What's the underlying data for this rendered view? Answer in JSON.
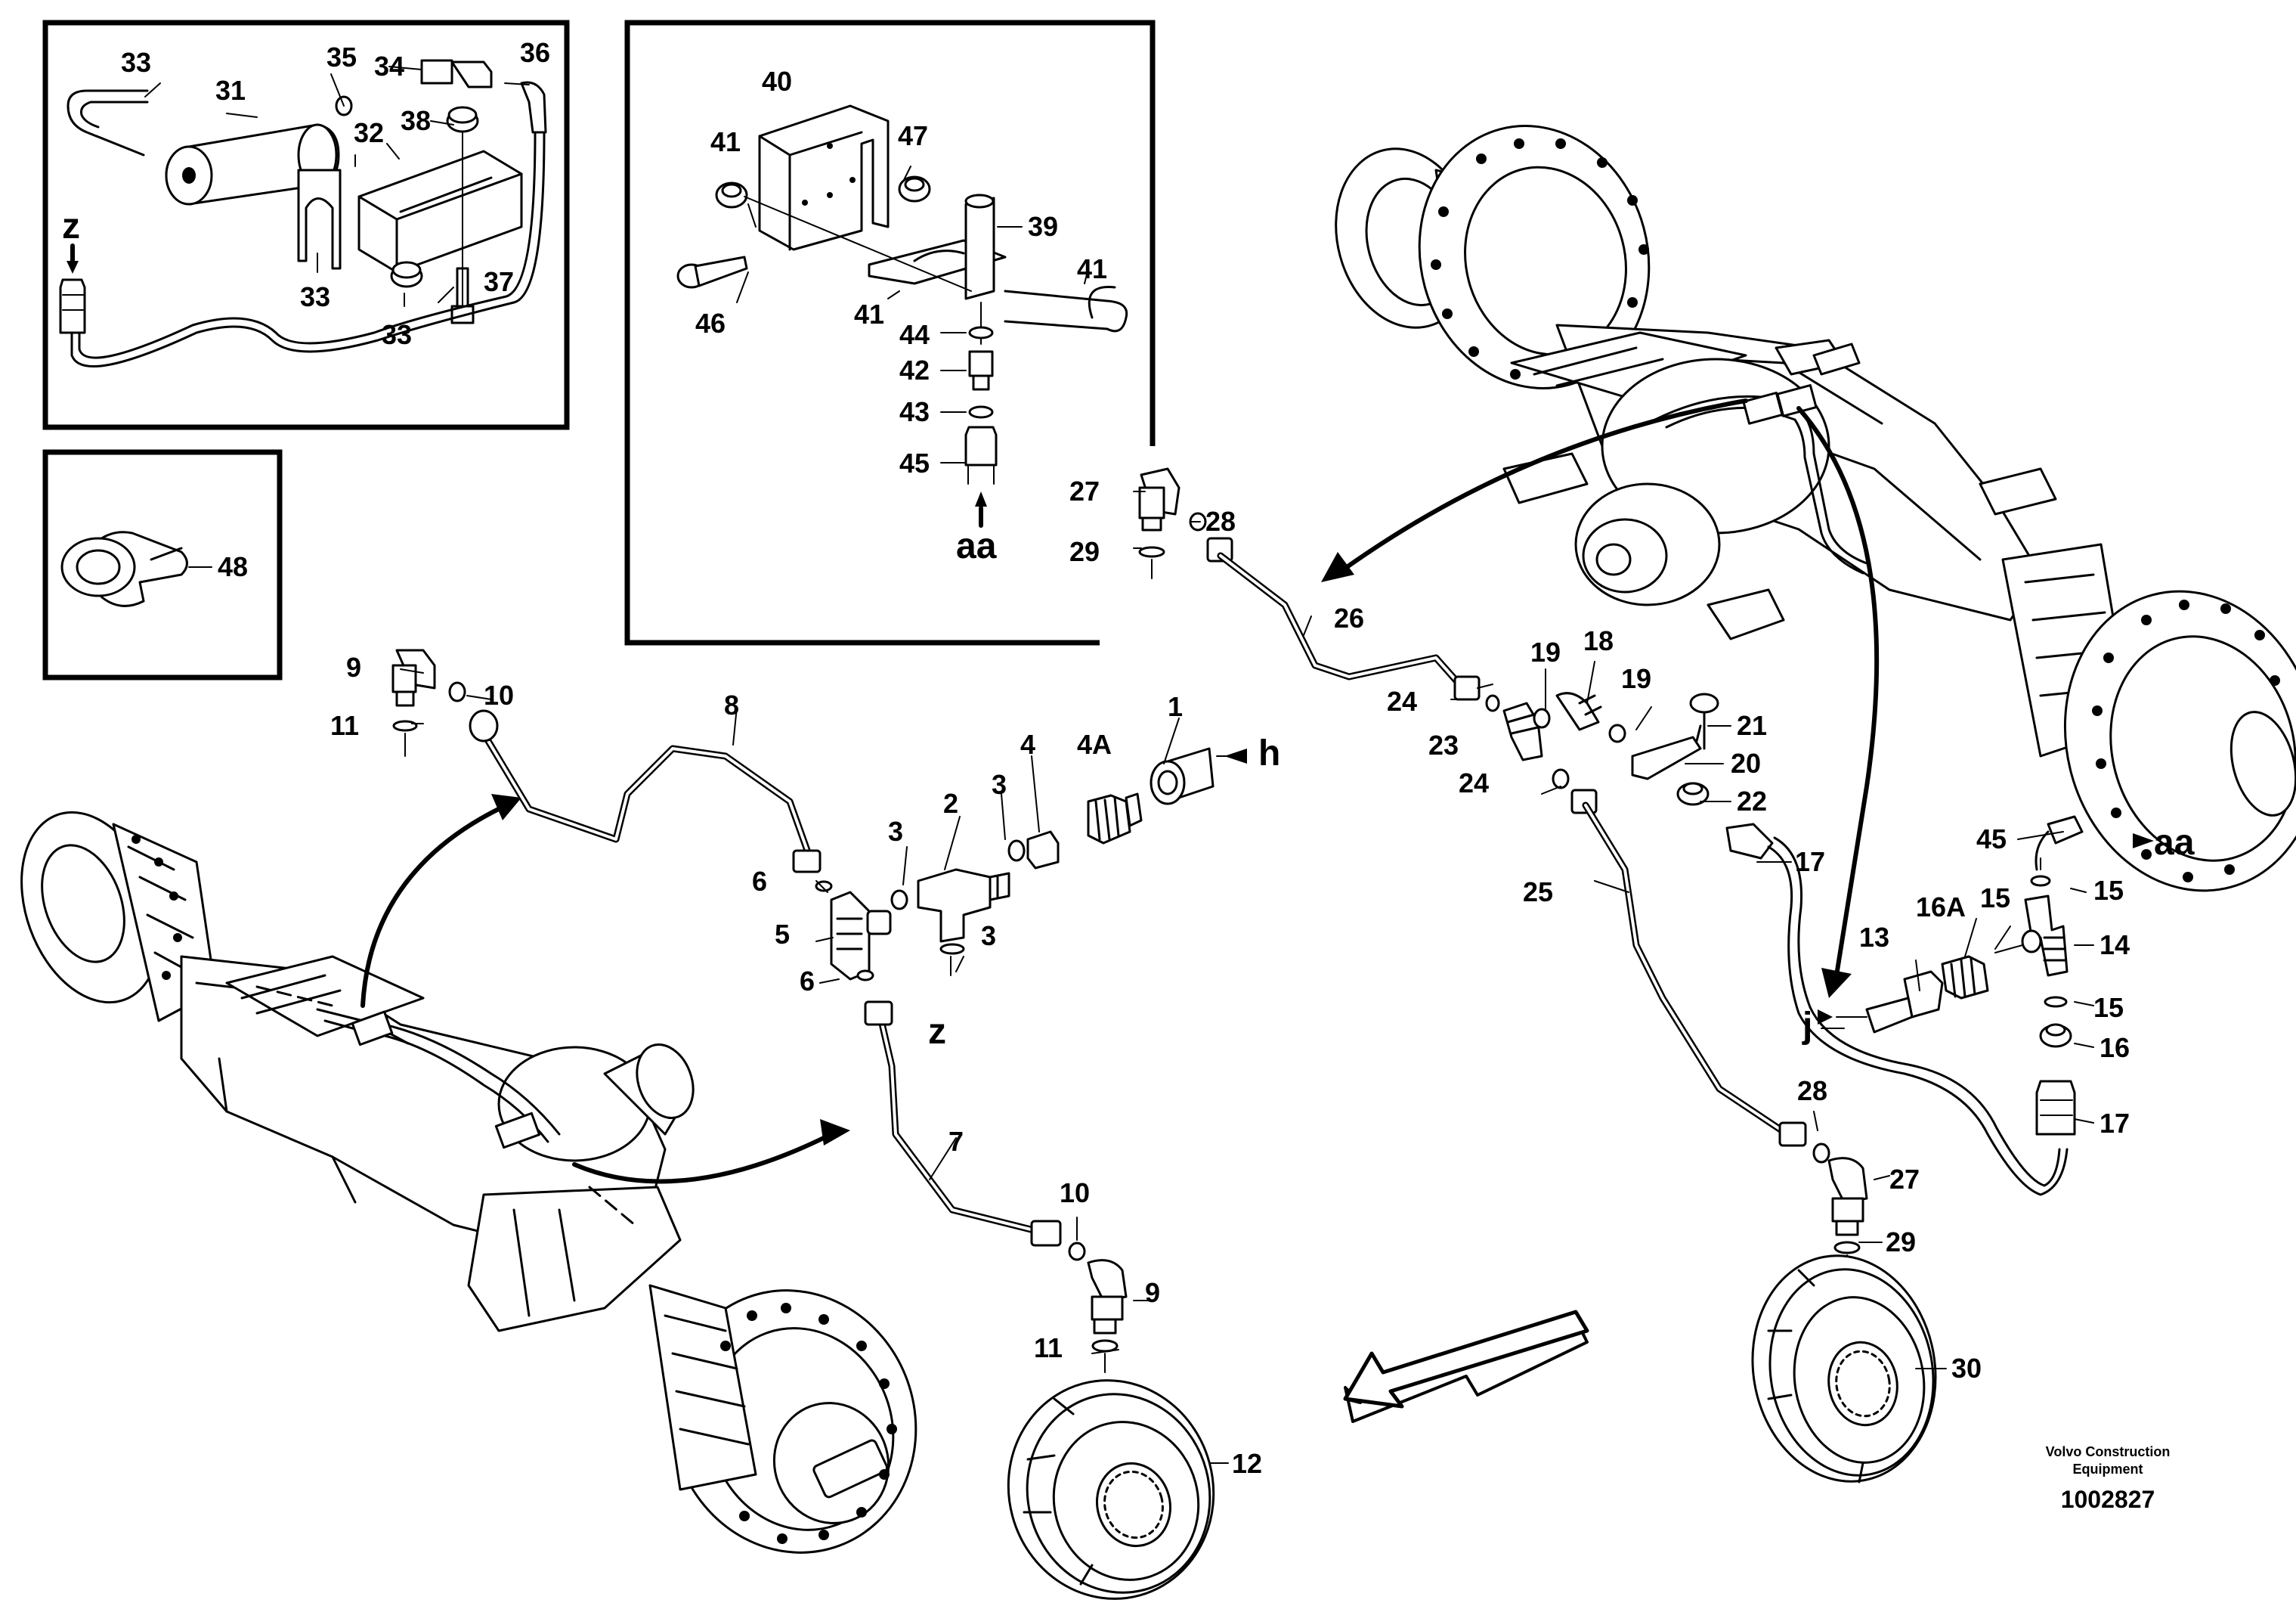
{
  "footer": {
    "brand_line1": "Volvo Construction",
    "brand_line2": "Equipment",
    "doc_number": "1002827"
  },
  "callouts": {
    "c1": "1",
    "c2": "2",
    "c3": "3",
    "c4": "4",
    "c4A": "4A",
    "c5": "5",
    "c6": "6",
    "c7": "7",
    "c8": "8",
    "c9": "9",
    "c10": "10",
    "c11": "11",
    "c12": "12",
    "c13": "13",
    "c14": "14",
    "c15": "15",
    "c16": "16",
    "c16A": "16A",
    "c17": "17",
    "c18": "18",
    "c19": "19",
    "c20": "20",
    "c21": "21",
    "c22": "22",
    "c23": "23",
    "c24": "24",
    "c25": "25",
    "c26": "26",
    "c27": "27",
    "c28": "28",
    "c29": "29",
    "c30": "30",
    "c31": "31",
    "c32": "32",
    "c33": "33",
    "c34": "34",
    "c35": "35",
    "c36": "36",
    "c37": "37",
    "c38": "38",
    "c39": "39",
    "c40": "40",
    "c41": "41",
    "c42": "42",
    "c43": "43",
    "c44": "44",
    "c45": "45",
    "c46": "46",
    "c47": "47",
    "c48": "48"
  },
  "connection_marks": {
    "h": "h",
    "j": "j",
    "z": "z",
    "aa": "aa"
  }
}
